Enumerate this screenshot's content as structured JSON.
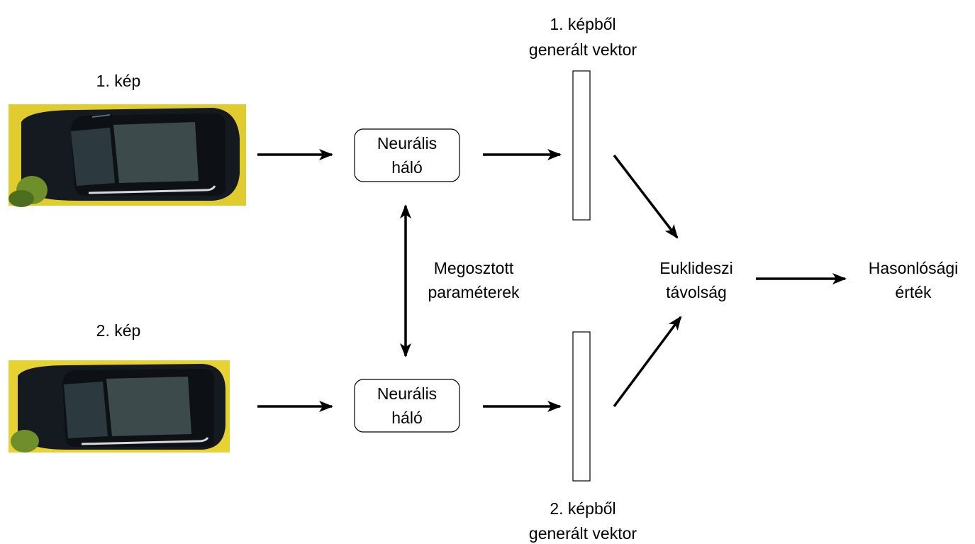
{
  "image1": {
    "label": "1. kép"
  },
  "image2": {
    "label": "2. kép"
  },
  "network_top": {
    "line1": "Neurális",
    "line2": "háló"
  },
  "network_bottom": {
    "line1": "Neurális",
    "line2": "háló"
  },
  "shared": {
    "line1": "Megosztott",
    "line2": "paraméterek"
  },
  "vector_top": {
    "line1": "1. képből",
    "line2": "generált vektor"
  },
  "vector_bottom": {
    "line1": "2. képből",
    "line2": "generált vektor"
  },
  "distance": {
    "line1": "Euklideszi",
    "line2": "távolság"
  },
  "similarity": {
    "line1": "Hasonlósági",
    "line2": "érték"
  },
  "colors": {
    "car_photo_background": "#e6d232",
    "car_body": "#151a20",
    "foliage": "#6f8f2a"
  }
}
